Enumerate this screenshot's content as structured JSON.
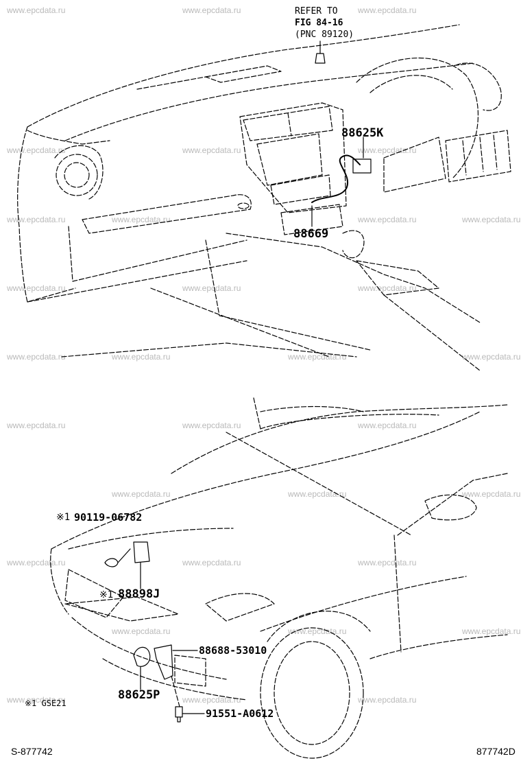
{
  "watermark": "www.epcdata.ru",
  "reference": {
    "line1": "REFER TO",
    "line2": "FIG 84-16",
    "line3": "(PNC 89120)"
  },
  "parts": {
    "p88625K": "88625K",
    "p88669": "88669",
    "p90119": "90119-06782",
    "p88898J": "88898J",
    "p88688": "88688-53010",
    "p88625P": "88625P",
    "p91551": "91551-A0612"
  },
  "markers": {
    "mark_90119": "※1",
    "mark_88898J": "※1"
  },
  "notes": {
    "model_note": "※1 GSE21"
  },
  "footer": {
    "left_code": "S-877742",
    "right_code": "877742D"
  }
}
